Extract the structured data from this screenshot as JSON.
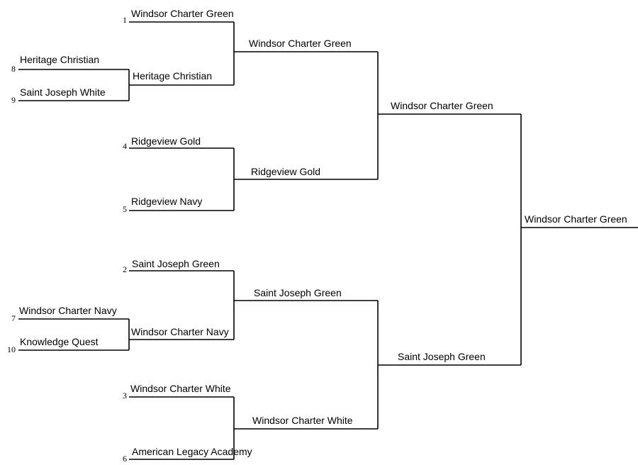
{
  "round1": [
    {
      "seed": "8",
      "team": "Heritage Christian"
    },
    {
      "seed": "9",
      "team": "Saint Joseph White"
    },
    {
      "seed": "7",
      "team": "Windsor Charter Navy"
    },
    {
      "seed": "10",
      "team": "Knowledge Quest"
    }
  ],
  "round2": [
    {
      "seed": "1",
      "team": "Windsor Charter Green"
    },
    {
      "seed": "",
      "team": "Heritage Christian"
    },
    {
      "seed": "4",
      "team": "Ridgeview Gold"
    },
    {
      "seed": "5",
      "team": "Ridgeview Navy"
    },
    {
      "seed": "2",
      "team": "Saint Joseph Green"
    },
    {
      "seed": "",
      "team": "Windsor Charter Navy"
    },
    {
      "seed": "3",
      "team": "Windsor Charter White"
    },
    {
      "seed": "6",
      "team": "American Legacy Academy"
    }
  ],
  "quarterfinals": [
    {
      "team": "Windsor Charter Green"
    },
    {
      "team": "Ridgeview Gold"
    },
    {
      "team": "Saint Joseph Green"
    },
    {
      "team": "Windsor Charter White"
    }
  ],
  "semifinals": [
    {
      "team": "Windsor Charter Green"
    },
    {
      "team": "Saint Joseph Green"
    }
  ],
  "champion": {
    "team": "Windsor Charter Green"
  }
}
